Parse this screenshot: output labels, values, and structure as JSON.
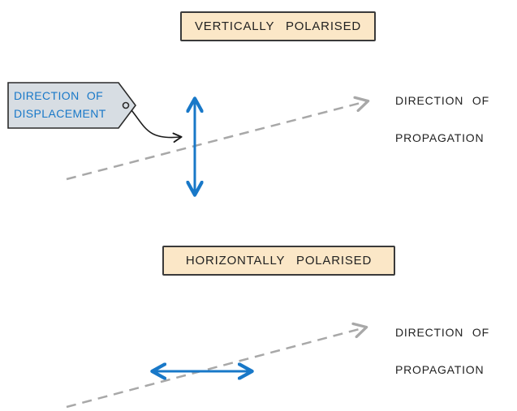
{
  "colors": {
    "accent_blue": "#1878c8",
    "title_box_fill": "#fbe7c7",
    "title_box_border": "#3a3a3a",
    "tag_fill": "#d7dde3",
    "dashed_gray": "#a8a8a8",
    "text_dark": "#222222"
  },
  "vertical_section": {
    "title": "VERTICALLY POLARISED",
    "propagation_label_line1": "DIRECTION OF",
    "propagation_label_line2": "PROPAGATION",
    "displacement_tag_line1": "DIRECTION OF",
    "displacement_tag_line2": "DISPLACEMENT"
  },
  "horizontal_section": {
    "title": "HORIZONTALLY POLARISED",
    "propagation_label_line1": "DIRECTION OF",
    "propagation_label_line2": "PROPAGATION"
  }
}
